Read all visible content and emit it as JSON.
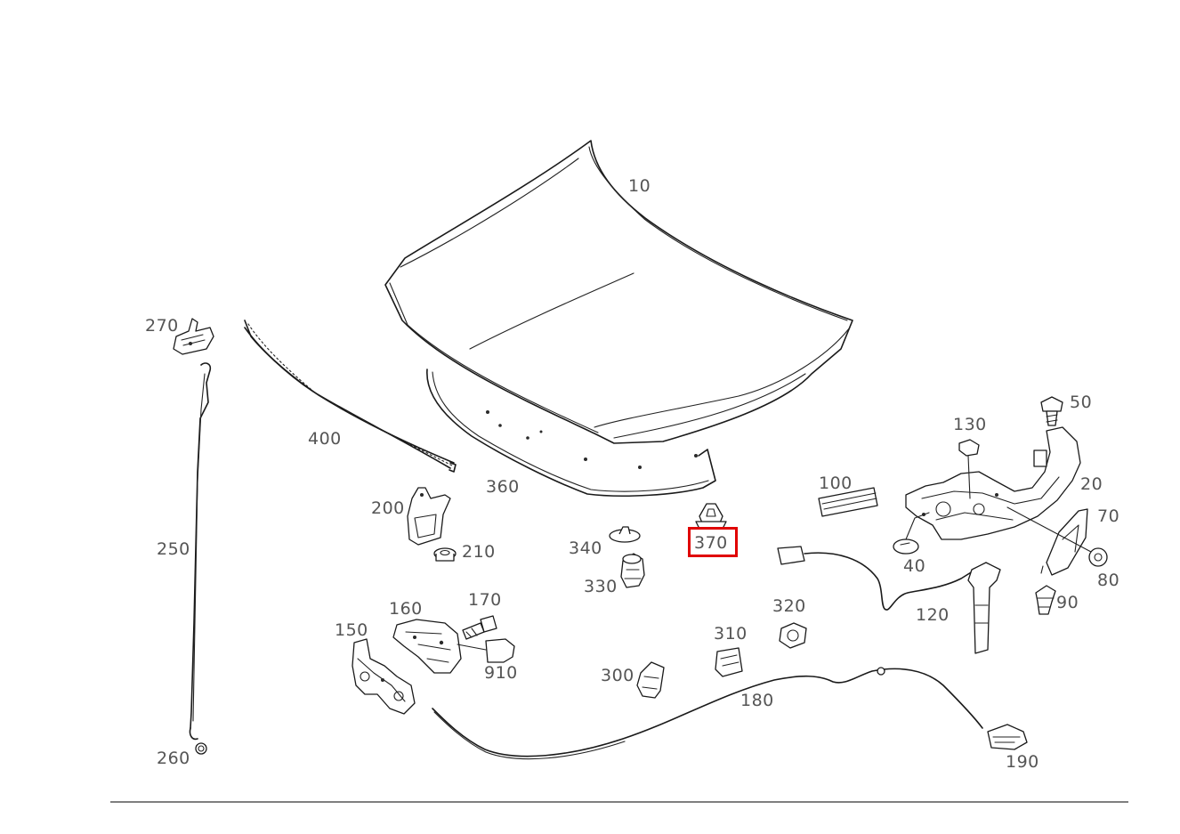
{
  "diagram": {
    "highlight_color": "#e00000",
    "highlighted_part": "370",
    "callouts": {
      "c10": "10",
      "c20": "20",
      "c40": "40",
      "c50": "50",
      "c70": "70",
      "c80": "80",
      "c90": "90",
      "c100": "100",
      "c120": "120",
      "c130": "130",
      "c150": "150",
      "c160": "160",
      "c170": "170",
      "c180": "180",
      "c190": "190",
      "c200": "200",
      "c210": "210",
      "c250": "250",
      "c260": "260",
      "c270": "270",
      "c300": "300",
      "c310": "310",
      "c320": "320",
      "c330": "330",
      "c340": "340",
      "c360": "360",
      "c370": "370",
      "c400": "400",
      "c910": "910"
    }
  }
}
